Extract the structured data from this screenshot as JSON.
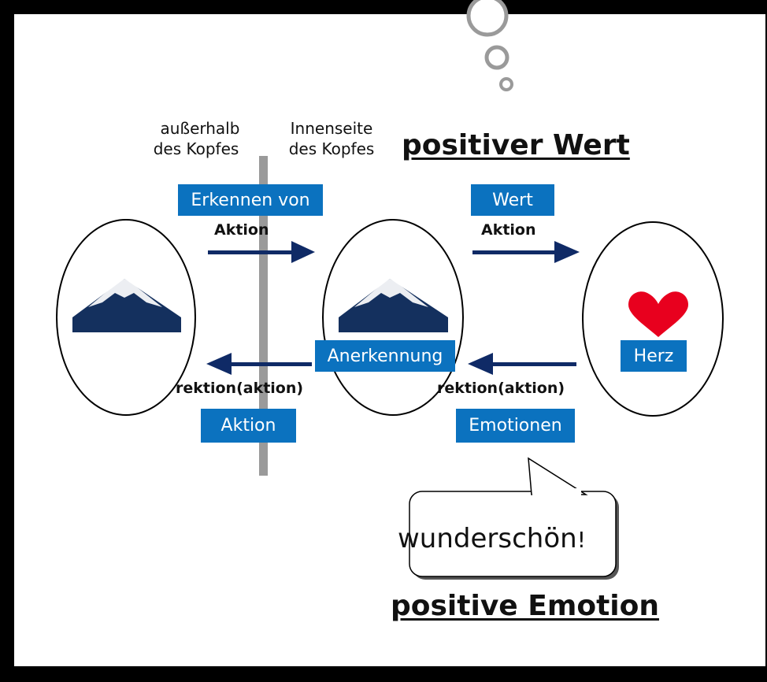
{
  "labels": {
    "outside_line1": "außerhalb",
    "outside_line2": "des Kopfes",
    "inside_line1": "Innenseite",
    "inside_line2": "des Kopfes"
  },
  "headings": {
    "top": "positiver Wert",
    "bottom": "positive Emotion"
  },
  "tags": {
    "recognition_of": "Erkennen von",
    "value": "Wert",
    "acknowledgement": "Anerkennung",
    "heart": "Herz",
    "action": "Aktion",
    "emotions": "Emotionen"
  },
  "arrows": {
    "top_left_label": "Aktion",
    "top_right_label": "Aktion",
    "bottom_left_label": "rektion(aktion)",
    "bottom_right_label": "rektion(aktion)"
  },
  "speech_bubble": {
    "text": "wunderschön",
    "exclaim": "!"
  },
  "colors": {
    "tag_blue": "#0b72bf",
    "arrow_navy": "#0f2a66",
    "mountain_navy": "#14305e",
    "heart_red": "#e8001e",
    "divider_gray": "#9a9a9a",
    "thought_gray": "#9a9a9a"
  },
  "icons": {
    "mountain": "mountain-icon",
    "heart": "heart-icon"
  }
}
